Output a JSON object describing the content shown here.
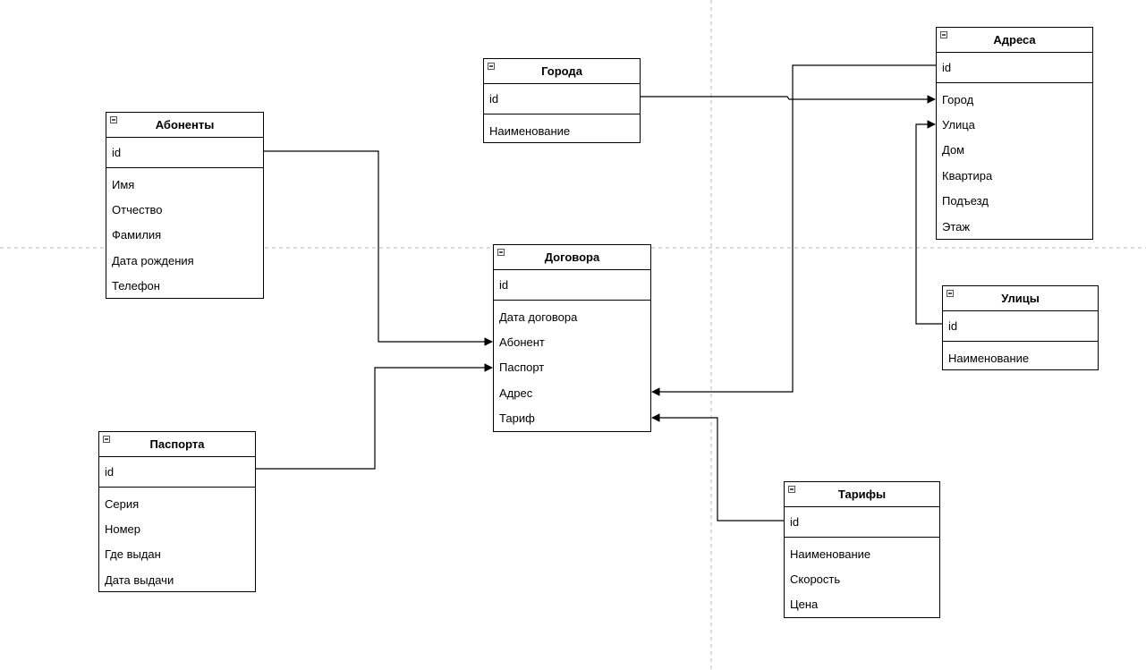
{
  "entities": {
    "abonenty": {
      "title": "Абоненты",
      "pk": "id",
      "fields": [
        "Имя",
        "Отчество",
        "Фамилия",
        "Дата рождения",
        "Телефон"
      ]
    },
    "goroda": {
      "title": "Города",
      "pk": "id",
      "fields": [
        "Наименование"
      ]
    },
    "adresa": {
      "title": "Адреса",
      "pk": "id",
      "fields": [
        "Город",
        "Улица",
        "Дом",
        "Квартира",
        "Подъезд",
        "Этаж"
      ]
    },
    "dogovora": {
      "title": "Договора",
      "pk": "id",
      "fields": [
        "Дата договора",
        "Абонент",
        "Паспорт",
        "Адрес",
        "Тариф"
      ]
    },
    "ulicy": {
      "title": "Улицы",
      "pk": "id",
      "fields": [
        "Наименование"
      ]
    },
    "pasporta": {
      "title": "Паспорта",
      "pk": "id",
      "fields": [
        "Серия",
        "Номер",
        "Где выдан",
        "Дата выдачи"
      ]
    },
    "tarify": {
      "title": "Тарифы",
      "pk": "id",
      "fields": [
        "Наименование",
        "Скорость",
        "Цена"
      ]
    }
  },
  "relations": [
    {
      "from": "abonenty.id",
      "to": "dogovora.Абонент"
    },
    {
      "from": "pasporta.id",
      "to": "dogovora.Паспорт"
    },
    {
      "from": "adresa.id",
      "to": "dogovora.Адрес"
    },
    {
      "from": "tarify.id",
      "to": "dogovora.Тариф"
    },
    {
      "from": "goroda.id",
      "to": "adresa.Город"
    },
    {
      "from": "ulicy.id",
      "to": "adresa.Улица"
    }
  ],
  "colors": {
    "line": "#000000",
    "page_break": "#bbbbbb",
    "border": "#000000"
  }
}
